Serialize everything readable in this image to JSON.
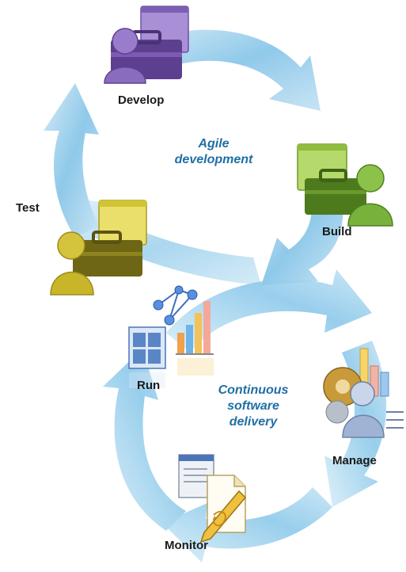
{
  "stages": {
    "develop": "Develop",
    "build": "Build",
    "test": "Test",
    "run": "Run",
    "manage": "Manage",
    "monitor": "Monitor"
  },
  "loops": {
    "upper": [
      "Agile",
      "development"
    ],
    "lower": [
      "Continuous",
      "software",
      "delivery"
    ]
  },
  "icons": {
    "develop": "user-toolbox-icon",
    "build": "user-toolbox-icon",
    "test": "user-toolbox-icon",
    "run": "network-grid-chart-icon",
    "manage": "gear-user-chart-icon",
    "monitor": "document-pen-icon"
  },
  "colors": {
    "arrow": "#7cc0e6",
    "arrow_light": "#cfe8f6",
    "phase_text": "#1f6fa5",
    "develop": "#8e6fc4",
    "build": "#7fb23a",
    "test": "#c8b52a"
  }
}
